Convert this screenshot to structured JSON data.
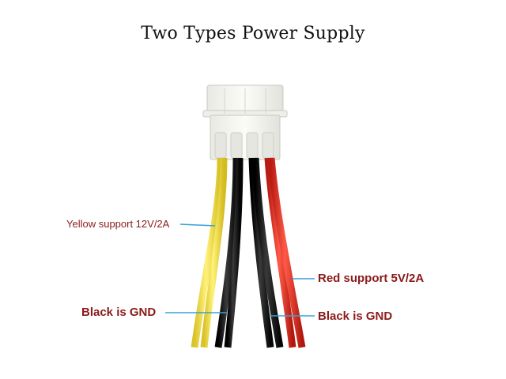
{
  "title": "Two Types Power Supply",
  "labels": {
    "yellow": "Yellow support 12V/2A",
    "black_left": "Black is GND",
    "red": "Red support 5V/2A",
    "black_right": "Black is GND"
  },
  "colors": {
    "yellow_wire": "#f4e04a",
    "black_wire": "#1a1a1a",
    "red_wire": "#e02b20",
    "leader_line": "#3aa0d8",
    "label_text": "#8b1a1a",
    "connector": "#f4f4f0"
  }
}
